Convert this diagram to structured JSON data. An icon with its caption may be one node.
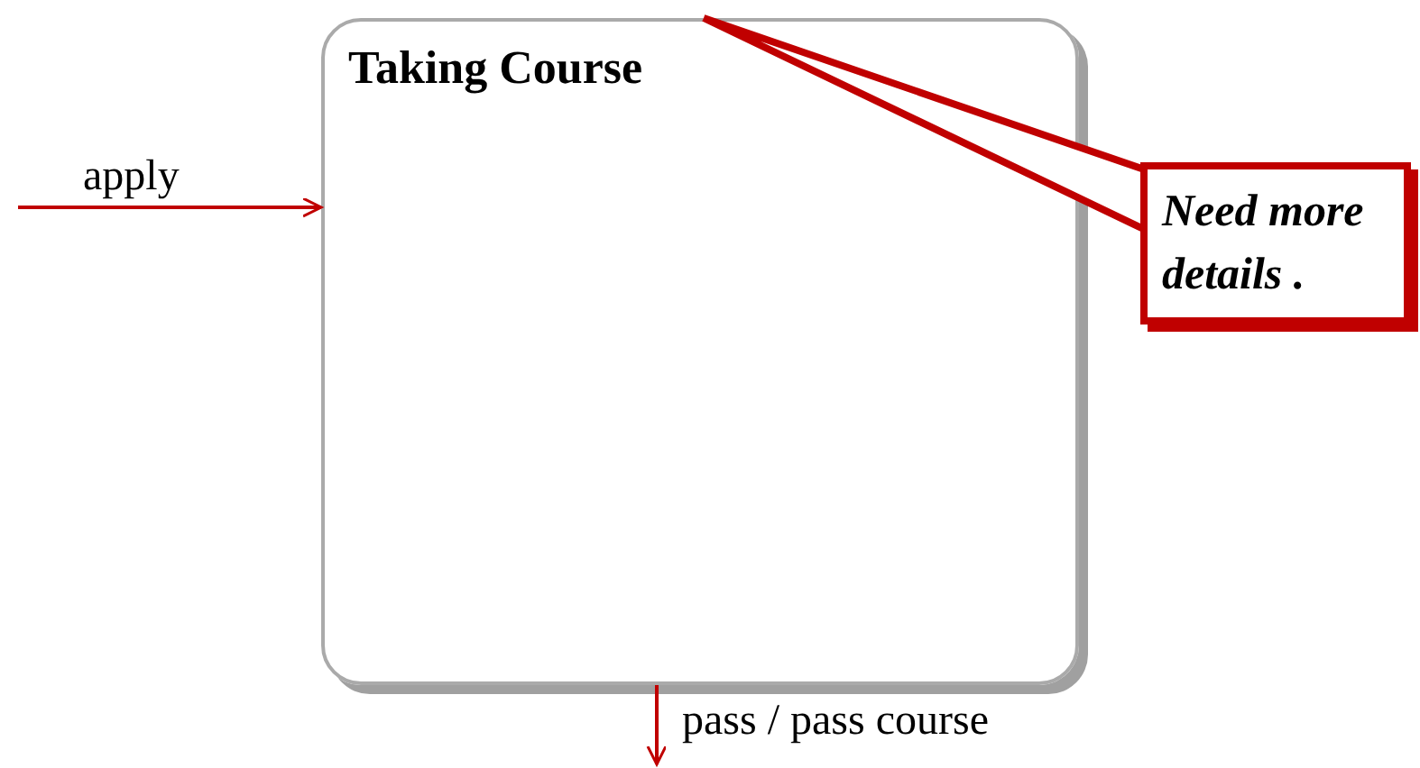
{
  "diagram": {
    "nodes": [
      {
        "text": [
          "Taking Course"
        ]
      },
      {
        "text": [
          "Need more details ."
        ]
      }
    ],
    "edges": [
      {
        "from": null,
        "to": 0,
        "arrow": "to",
        "label": "apply"
      },
      {
        "from": 0,
        "to": null,
        "arrow": "to",
        "label": "pass / pass course"
      },
      {
        "from": 1,
        "to": 0,
        "arrow": "none",
        "style": "thick"
      }
    ]
  }
}
